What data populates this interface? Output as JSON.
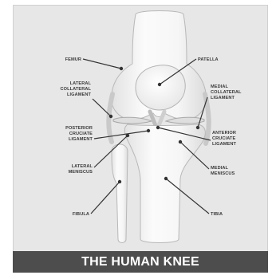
{
  "title": "THE HUMAN KNEE",
  "labels": {
    "femur": "FEMUR",
    "patella": "PATELLA",
    "lcl_1": "LATERAL",
    "lcl_2": "COLLATERAL",
    "lcl_3": "LIGAMENT",
    "mcl_1": "MEDIAL",
    "mcl_2": "COLLATERAL",
    "mcl_3": "LIGAMENT",
    "pcl_1": "POSTERIOR",
    "pcl_2": "CRUCIATE",
    "pcl_3": "LIGAMENT",
    "acl_1": "ANTERIOR",
    "acl_2": "CRUCIATE",
    "acl_3": "LIGAMENT",
    "lat_men_1": "LATERAL",
    "lat_men_2": "MENISCUS",
    "med_men_1": "MEDIAL",
    "med_men_2": "MENISCUS",
    "fibula": "FIBULA",
    "tibia": "TIBIA"
  },
  "colors": {
    "background": "#e7e7e7",
    "banner": "#4d4d4d",
    "bone": "#f4f4f4",
    "bone_outline": "#b8b8b8",
    "leader": "#333333"
  }
}
